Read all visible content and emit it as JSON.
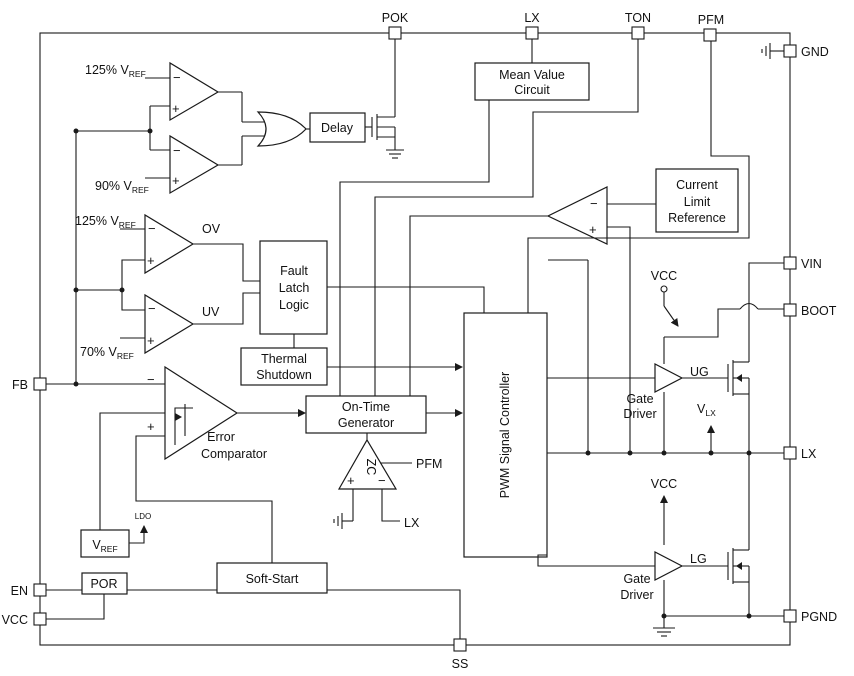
{
  "pins": {
    "pok": "POK",
    "lx_top": "LX",
    "ton": "TON",
    "pfm_top": "PFM",
    "gnd": "GND",
    "vin": "VIN",
    "boot": "BOOT",
    "lx_right": "LX",
    "pgnd": "PGND",
    "fb": "FB",
    "en": "EN",
    "vcc": "VCC",
    "ss": "SS"
  },
  "blocks": {
    "delay": "Delay",
    "mean_value_1": "Mean Value",
    "mean_value_2": "Circuit",
    "current_limit_1": "Current",
    "current_limit_2": "Limit",
    "current_limit_3": "Reference",
    "fault_1": "Fault",
    "fault_2": "Latch",
    "fault_3": "Logic",
    "thermal_1": "Thermal",
    "thermal_2": "Shutdown",
    "on_time_1": "On-Time",
    "on_time_2": "Generator",
    "pwm": "PWM Signal Controller",
    "vref_main": "V",
    "vref_main_sub": "REF",
    "por": "POR",
    "soft_start": "Soft-Start"
  },
  "labels": {
    "ref125_top": "125% V",
    "ref125_top_sub": "REF",
    "ref90": "90% V",
    "ref90_sub": "REF",
    "ref125_ov": "125% V",
    "ref125_ov_sub": "REF",
    "ref70": "70% V",
    "ref70_sub": "REF",
    "ov": "OV",
    "uv": "UV",
    "error_1": "Error",
    "error_2": "Comparator",
    "ldo": "LDO",
    "zc": "ZC",
    "pfm_in": "PFM",
    "lx_in": "LX",
    "vcc_top": "VCC",
    "vcc_bottom": "VCC",
    "ug": "UG",
    "lg": "LG",
    "gate_driver_1": "Gate",
    "gate_driver_2": "Driver",
    "gate_driver_3": "Gate",
    "gate_driver_4": "Driver",
    "vlx": "V",
    "vlx_sub": "LX",
    "minus": "−",
    "plus": "+"
  }
}
